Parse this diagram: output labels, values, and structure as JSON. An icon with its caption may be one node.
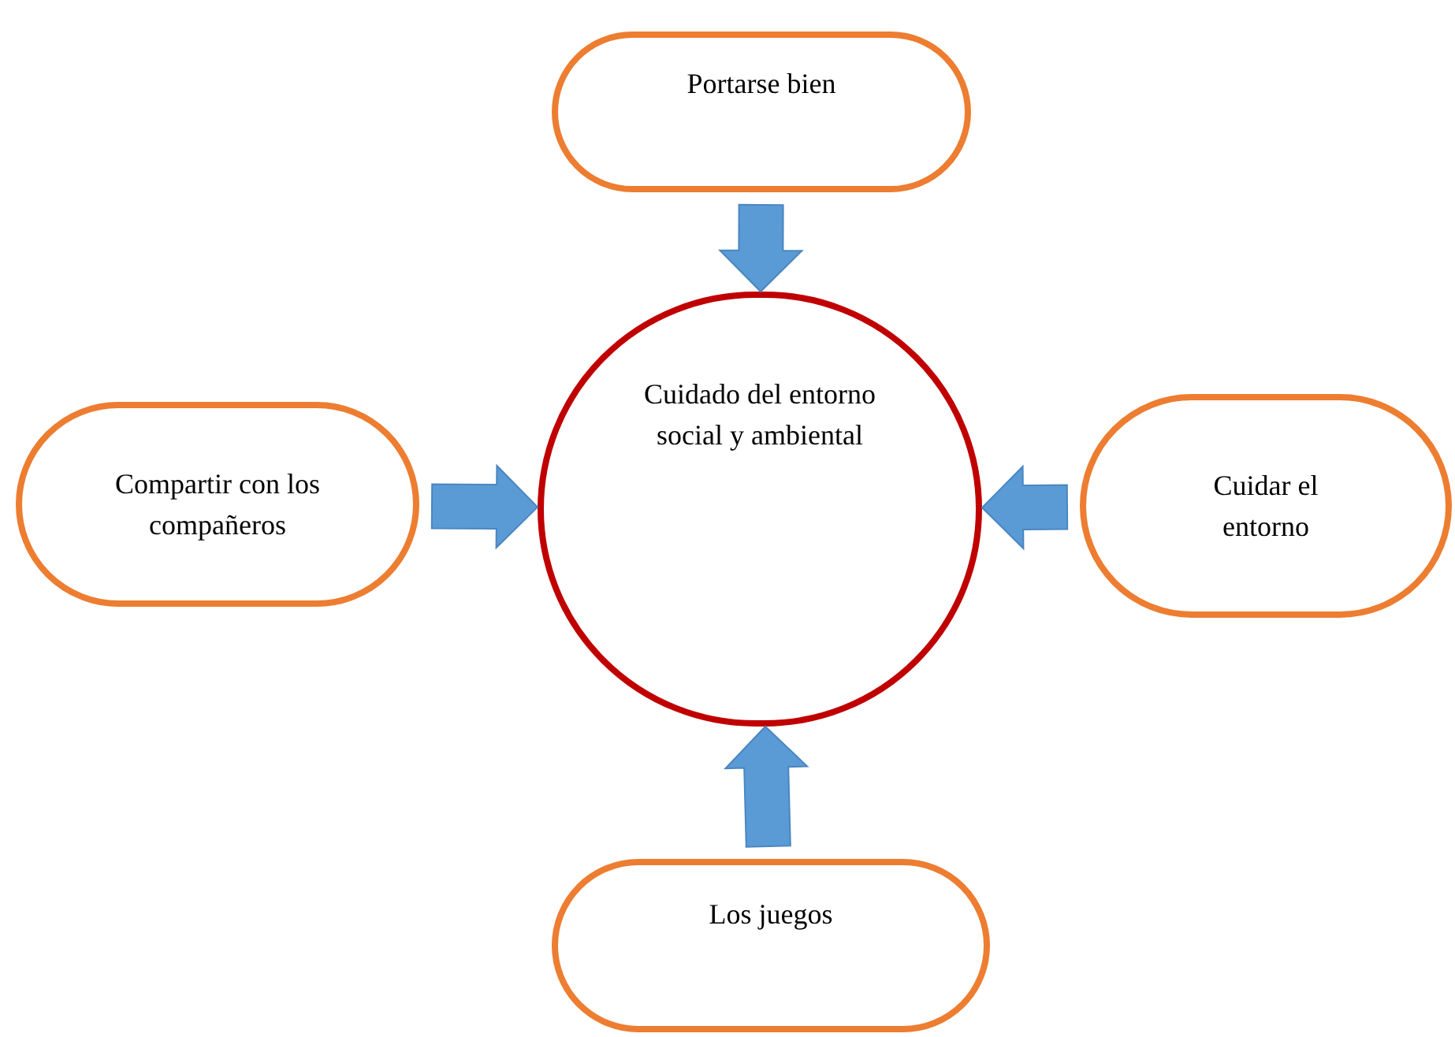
{
  "diagram": {
    "nodes": [
      {
        "text": [
          "Cuidado del entorno social y ambiental"
        ]
      },
      {
        "text": [
          "Portarse bien"
        ]
      },
      {
        "text": [
          "Compartir con los compañeros"
        ]
      },
      {
        "text": [
          "Cuidar el entorno"
        ]
      },
      {
        "text": [
          "Los juegos"
        ]
      }
    ],
    "edges": [
      {
        "from": 1,
        "to": 0,
        "arrow": "to"
      },
      {
        "from": 2,
        "to": 0,
        "arrow": "to"
      },
      {
        "from": 3,
        "to": 0,
        "arrow": "to"
      },
      {
        "from": 4,
        "to": 0,
        "arrow": "to"
      }
    ]
  }
}
